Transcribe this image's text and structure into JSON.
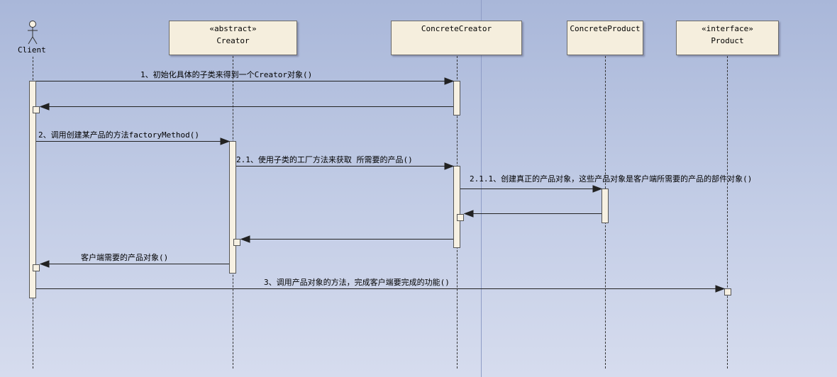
{
  "actor": {
    "label": "Client"
  },
  "participants": [
    {
      "id": "creator",
      "stereotype": "«abstract»",
      "name": "Creator"
    },
    {
      "id": "concrete-creator",
      "stereotype": "",
      "name": "ConcreteCreator"
    },
    {
      "id": "concrete-product",
      "stereotype": "",
      "name": "ConcreteProduct"
    },
    {
      "id": "product",
      "stereotype": "«interface»",
      "name": "Product"
    }
  ],
  "messages": [
    {
      "id": "m1",
      "label": "1、初始化具体的子类来得到一个Creator对象()"
    },
    {
      "id": "m1r",
      "label": ""
    },
    {
      "id": "m2",
      "label": "2、调用创建某产品的方法factoryMethod()"
    },
    {
      "id": "m21",
      "label": "2.1、使用子类的工厂方法来获取 所需要的产品()"
    },
    {
      "id": "m211",
      "label": "2.1.1、创建真正的产品对象，这些产品对象是客户端所需要的产品的部件对象()"
    },
    {
      "id": "m211r",
      "label": ""
    },
    {
      "id": "m21r",
      "label": ""
    },
    {
      "id": "m2r",
      "label": "客户端需要的产品对象()"
    },
    {
      "id": "m3",
      "label": "3、调用产品对象的方法，完成客户端要完成的功能()"
    }
  ],
  "colors": {
    "box_fill": "#f5eedd",
    "line": "#333333"
  }
}
